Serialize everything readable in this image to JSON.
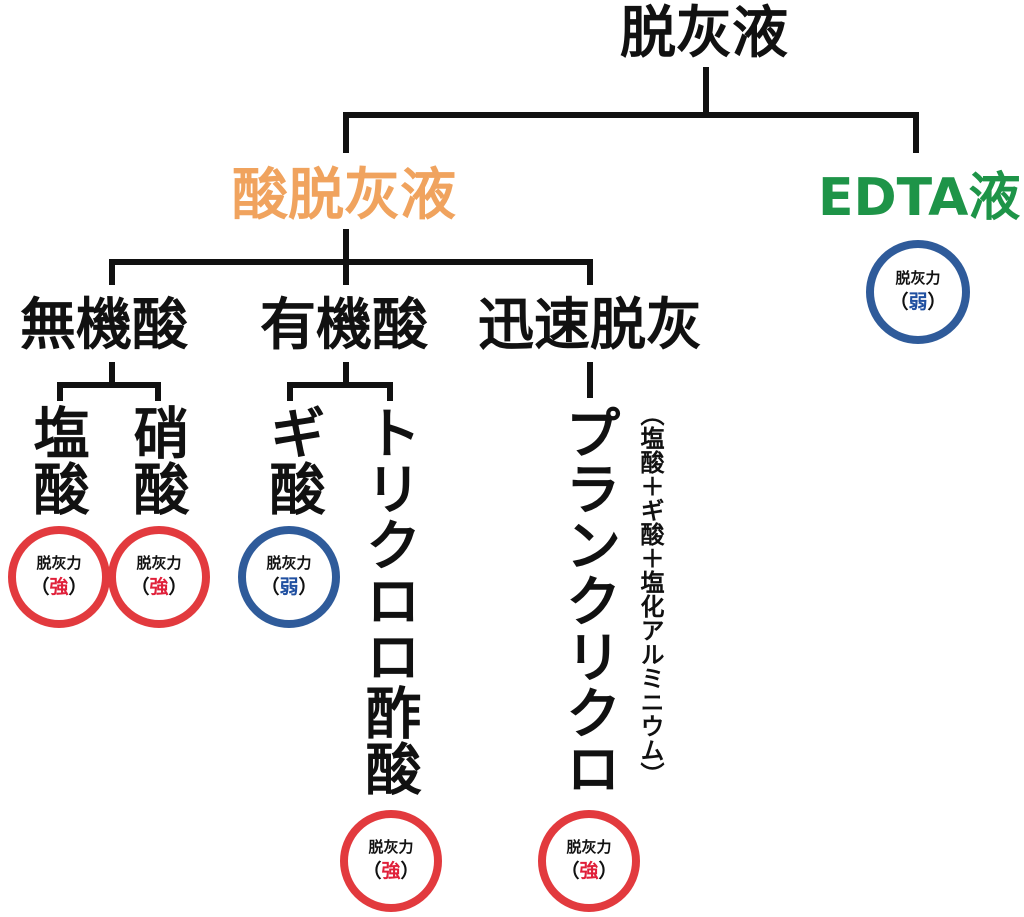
{
  "colors": {
    "line": "#111111",
    "acid": "#f0a35e",
    "edta": "#1e9448",
    "strong": "#e23a3e",
    "weak": "#2f5b9a",
    "weak_text": "#1f4fa0",
    "strong_text": "#e0203a"
  },
  "root": {
    "label": "脱灰液"
  },
  "acid": {
    "label": "酸脱灰液"
  },
  "edta": {
    "label": "EDTA液",
    "strength_label": "脱灰力",
    "strength": "弱"
  },
  "groups": {
    "inorganic": "無機酸",
    "organic": "有機酸",
    "rapid": "迅速脱灰"
  },
  "acids": {
    "hcl": {
      "label": "塩酸",
      "strength_label": "脱灰力",
      "strength": "強"
    },
    "nitric": {
      "label": "硝酸",
      "strength_label": "脱灰力",
      "strength": "強"
    },
    "formic": {
      "label": "ギ酸",
      "strength_label": "脱灰力",
      "strength": "弱"
    },
    "tca": {
      "label": "トリクロロ酢酸",
      "strength_label": "脱灰力",
      "strength": "強"
    },
    "plank": {
      "label": "プランクリクロ",
      "note": "（塩酸＋ギ酸＋塩化アルミニウム）",
      "strength_label": "脱灰力",
      "strength": "強"
    }
  },
  "paren_open": "（",
  "paren_close": "）"
}
